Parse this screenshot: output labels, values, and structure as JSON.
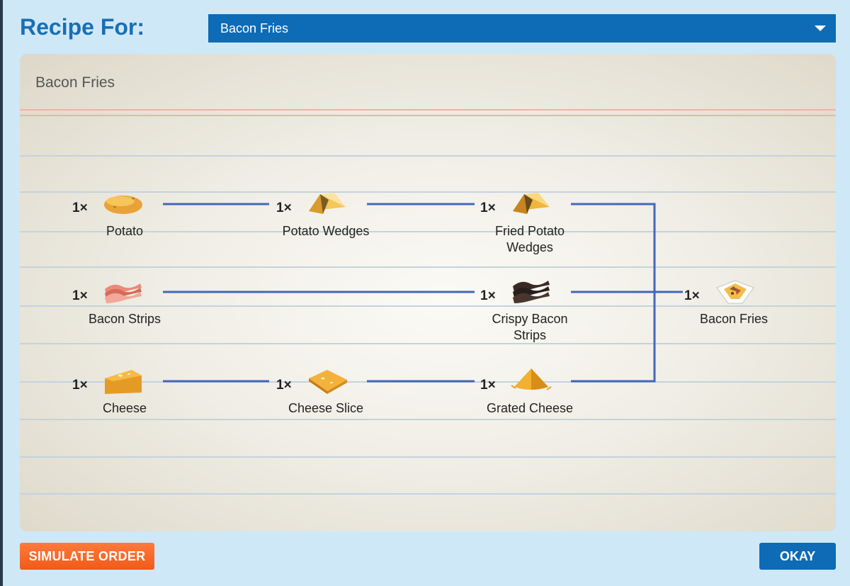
{
  "header": {
    "title": "Recipe For:",
    "selected_recipe": "Bacon Fries"
  },
  "card": {
    "title": "Bacon Fries"
  },
  "nodes": {
    "potato": {
      "qty": "1×",
      "label": "Potato",
      "icon": "potato-icon"
    },
    "potato_wedges": {
      "qty": "1×",
      "label": "Potato Wedges",
      "icon": "potato-wedges-icon"
    },
    "fried_potato_wedges": {
      "qty": "1×",
      "label_line1": "Fried Potato",
      "label_line2": "Wedges",
      "icon": "fried-potato-wedges-icon"
    },
    "bacon_strips": {
      "qty": "1×",
      "label": "Bacon Strips",
      "icon": "bacon-strips-icon"
    },
    "crispy_bacon_strips": {
      "qty": "1×",
      "label_line1": "Crispy Bacon",
      "label_line2": "Strips",
      "icon": "crispy-bacon-strips-icon"
    },
    "cheese": {
      "qty": "1×",
      "label": "Cheese",
      "icon": "cheese-icon"
    },
    "cheese_slice": {
      "qty": "1×",
      "label": "Cheese Slice",
      "icon": "cheese-slice-icon"
    },
    "grated_cheese": {
      "qty": "1×",
      "label": "Grated Cheese",
      "icon": "grated-cheese-icon"
    },
    "bacon_fries": {
      "qty": "1×",
      "label": "Bacon Fries",
      "icon": "bacon-fries-icon"
    }
  },
  "footer": {
    "simulate_label": "SIMULATE ORDER",
    "okay_label": "OKAY"
  },
  "colors": {
    "accent_blue": "#0e6bb6",
    "title_blue": "#1a6fb5",
    "simulate_orange": "#f46a2a",
    "connector_blue": "#4466bb"
  }
}
